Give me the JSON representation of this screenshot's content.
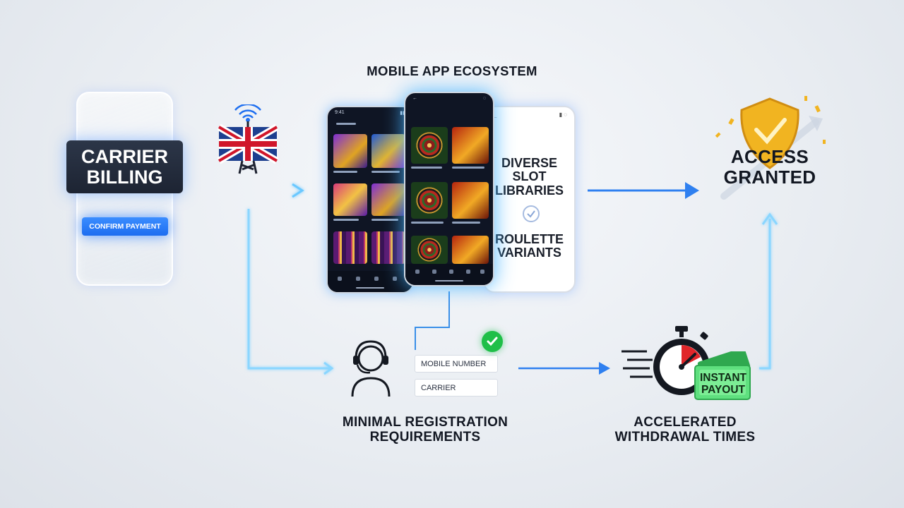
{
  "left_panel": {
    "title": "CARRIER BILLING",
    "button_label": "CONFIRM PAYMENT"
  },
  "ecosystem": {
    "title": "MOBILE APP ECOSYSTEM",
    "white_phone_lines": [
      "DIVERSE SLOT LIBRARIES",
      "ROULETTE VARIANTS"
    ]
  },
  "access": {
    "title": "ACCESS GRANTED"
  },
  "registration": {
    "title": "MINIMAL REGISTRATION REQUIREMENTS",
    "fields": [
      {
        "placeholder": "MOBILE NUMBER"
      },
      {
        "placeholder": "CARRIER"
      }
    ]
  },
  "withdrawal": {
    "title": "ACCELERATED WITHDRAWAL TIMES",
    "badge": "INSTANT PAYOUT"
  },
  "icons": {
    "flag": "uk-flag-tower-icon",
    "headset": "agent-headset-icon",
    "stopwatch": "stopwatch-icon",
    "shield": "shield-check-icon",
    "cash": "cash-icon",
    "check": "check-icon"
  },
  "colors": {
    "accent_blue": "#1f6ff0",
    "glow_cyan": "#6fd0ff",
    "gold": "#f1b421",
    "success_green": "#1fbf48"
  }
}
